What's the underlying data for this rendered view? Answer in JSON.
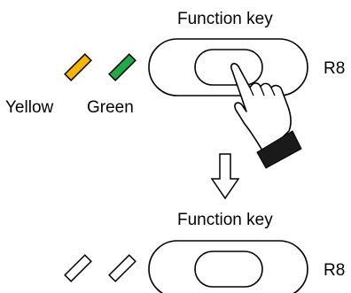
{
  "top": {
    "title": "Function key",
    "led_labels": {
      "yellow": "Yellow",
      "green": "Green"
    },
    "led_colors": {
      "yellow": "#f7b500",
      "green": "#22a847"
    },
    "key_id": "R8"
  },
  "bottom": {
    "title": "Function key",
    "key_id": "R8"
  }
}
